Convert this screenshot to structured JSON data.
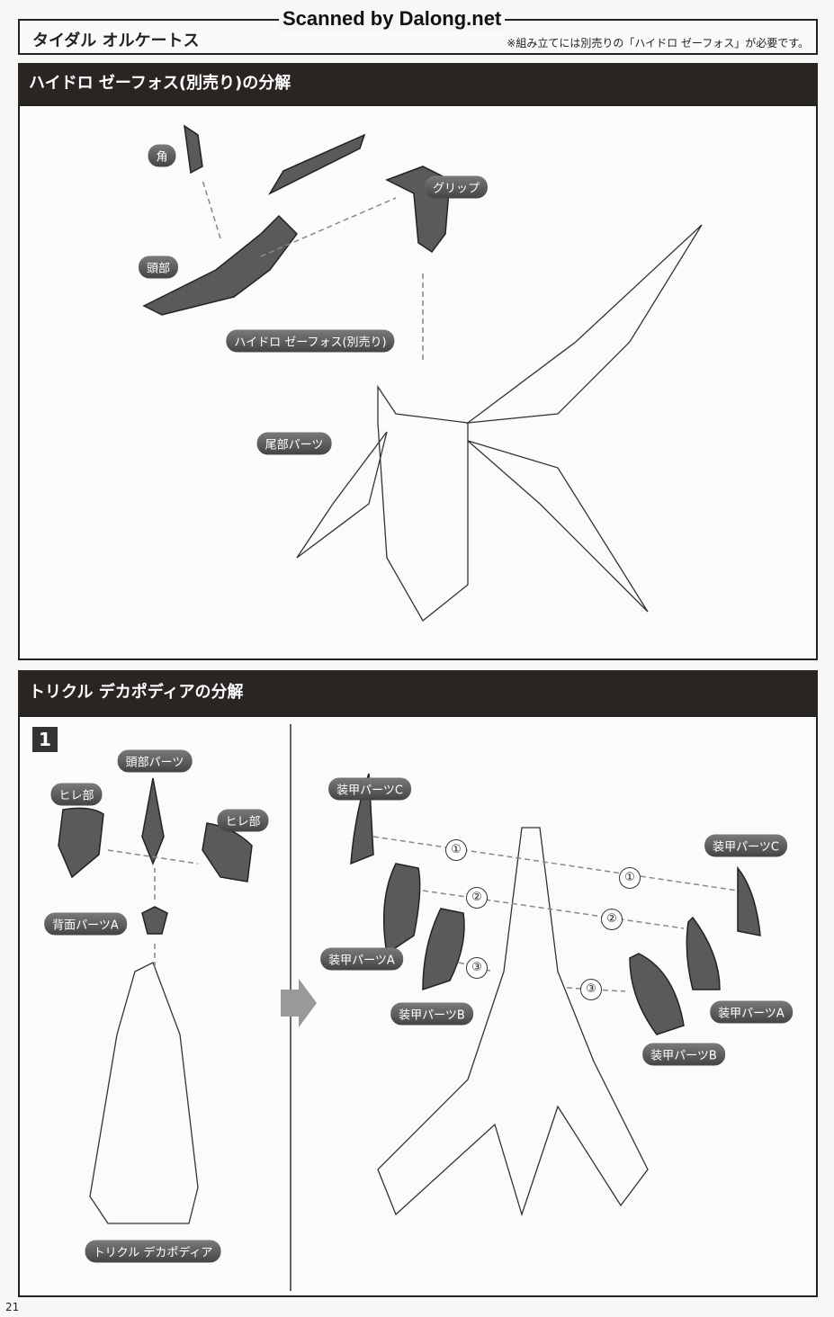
{
  "watermark": "Scanned by Dalong.net",
  "header": {
    "title": "タイダル オルケートス",
    "note": "※組み立てには別売りの「ハイドロ ゼーフォス」が必要です。"
  },
  "section1": {
    "title": "ハイドロ ゼーフォス(別売り)の分解",
    "labels": [
      "角",
      "グリップ",
      "頭部",
      "ハイドロ ゼーフォス(別売り)",
      "尾部パーツ"
    ]
  },
  "section2": {
    "title": "トリクル デカポディアの分解",
    "step": "1",
    "labels": [
      "頭部パーツ",
      "ヒレ部",
      "ヒレ部",
      "背面パーツA",
      "トリクル デカポディア",
      "装甲パーツC",
      "装甲パーツC",
      "装甲パーツA",
      "装甲パーツB",
      "装甲パーツA",
      "装甲パーツB"
    ],
    "order_marks": [
      "①",
      "①",
      "②",
      "②",
      "③",
      "③"
    ]
  },
  "page_number": "21"
}
